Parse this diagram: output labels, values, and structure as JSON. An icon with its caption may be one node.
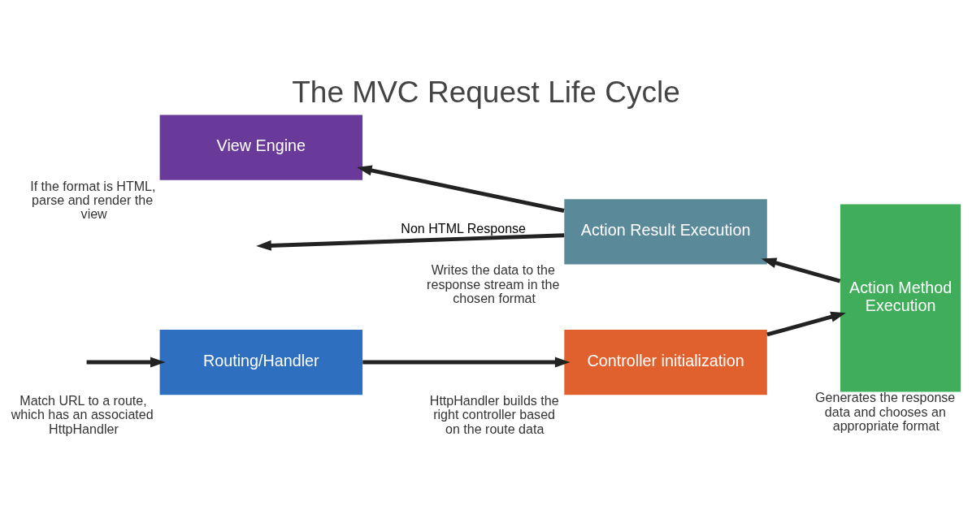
{
  "diagram": {
    "title": "The MVC Request Life Cycle",
    "nodes": [
      {
        "text": [
          "Routing/Handler"
        ],
        "beside": [
          "Match URL to a route, which has an associated HttpHandler"
        ]
      },
      {
        "text": [
          "Controller initialization"
        ],
        "beside": [
          "HttpHandler builds the right controller based on the route data"
        ]
      },
      {
        "text": [
          "Action Method Execution"
        ],
        "beside": [
          "Generates the response data and chooses an appropriate format"
        ]
      },
      {
        "text": [
          "Action Result Execution"
        ],
        "beside": [
          "Writes the data to the response stream in the chosen format"
        ]
      },
      {
        "text": [
          "View Engine"
        ],
        "beside": [
          "If the format is HTML, parse and render the view"
        ]
      }
    ],
    "edges": [
      {
        "from": null,
        "to": 0,
        "arrow": "to"
      },
      {
        "from": 0,
        "to": 1,
        "arrow": "to"
      },
      {
        "from": 1,
        "to": 2,
        "arrow": "to"
      },
      {
        "from": 2,
        "to": 3,
        "arrow": "to"
      },
      {
        "from": 3,
        "to": 4,
        "arrow": "to"
      },
      {
        "from": 3,
        "to": null,
        "arrow": "to",
        "label": "Non HTML Response"
      }
    ]
  }
}
